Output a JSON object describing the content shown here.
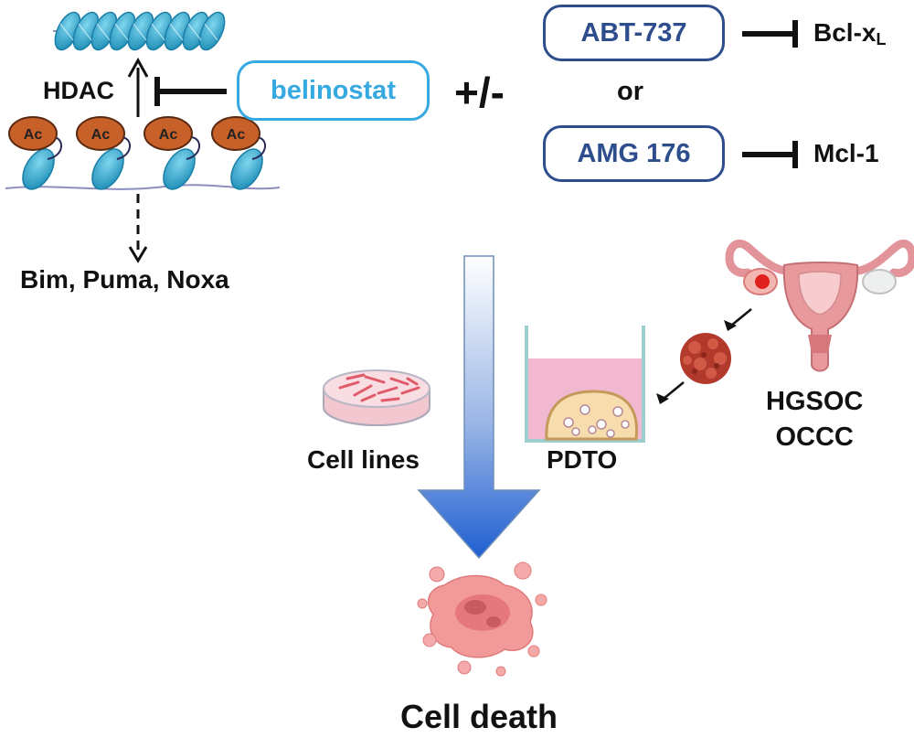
{
  "labels": {
    "hdac": "HDAC",
    "belinostat": "belinostat",
    "plus_minus": "+/-",
    "abt737": "ABT-737",
    "or": "or",
    "amg176": "AMG 176",
    "bcl_main": "Bcl-x",
    "bcl_sub": "L",
    "mcl1": "Mcl-1",
    "bim_puma_noxa": "Bim, Puma, Noxa",
    "cell_lines": "Cell lines",
    "pdto": "PDTO",
    "hgsoc": "HGSOC",
    "occc": "OCCC",
    "cell_death": "Cell death",
    "ac": "Ac"
  },
  "colors": {
    "belinostat_outline": "#36a9e1",
    "drug_outline": "#2e4d8c",
    "nucleosome": "#3bb3d6",
    "acetyl": "#c8602a",
    "arrow_gradient_top": "#ffffff",
    "arrow_gradient_bottom": "#1f5fd1",
    "medium_pink": "#f2b8cf",
    "organoid": "#f7dcae",
    "tumor": "#b13a2c",
    "dead_cell": "#f09a9a"
  }
}
